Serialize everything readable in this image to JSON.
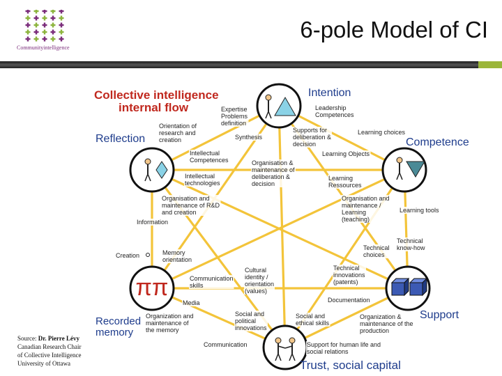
{
  "slide": {
    "title": "6-pole Model of CI",
    "logo_text": "Communityintelligence"
  },
  "colors": {
    "line": "#f3c43a",
    "heading_red": "#c0281e",
    "pole_blue": "#1e3c8c",
    "logo_purple": "#7a2c7a",
    "logo_green": "#8cb43c",
    "accent_green": "#9bb63a"
  },
  "diagram": {
    "heading_1": "Collective intelligence",
    "heading_2": "internal flow",
    "poles": [
      {
        "key": "intention",
        "label": "Intention",
        "icon": "person-triangle-icon"
      },
      {
        "key": "competence",
        "label": "Competence",
        "icon": "person-inverted-triangle-icon"
      },
      {
        "key": "support",
        "label": "Support",
        "icon": "cubes-icon"
      },
      {
        "key": "trust",
        "label": "Trust, social capital",
        "icon": "two-people-icon"
      },
      {
        "key": "recorded",
        "label": "Recorded memory",
        "label_1": "Recorded",
        "label_2": "memory",
        "icon": "pi-pi-icon"
      },
      {
        "key": "reflection",
        "label": "Reflection",
        "icon": "person-diamond-icon"
      }
    ],
    "pi_glyph": "ππ",
    "labels": {
      "expertise": [
        "Expertise",
        "Problems",
        "definition"
      ],
      "leadership": [
        "Leadership",
        "Competences"
      ],
      "orientation": [
        "Orientation of",
        "research and",
        "creation"
      ],
      "supports": [
        "Supports for",
        "deliberation &",
        "decision"
      ],
      "learning_choices": "Learning choices",
      "synthesis": "Synthesis",
      "intellectual_competences": [
        "Intellectual",
        "Competences"
      ],
      "learning_objects": "Learning Objects",
      "organisation_deliberation": [
        "Organisation &",
        "maintenance of",
        "deliberation &",
        "decision"
      ],
      "intellectual_technologies": [
        "Intellectual",
        "technologies"
      ],
      "learning_ressources": [
        "Learning",
        "Ressources"
      ],
      "organisation_rd": [
        "Organisation and",
        "maintenance of R&D",
        "and creation"
      ],
      "organisation_learning": [
        "Organisation and",
        "maintenance /",
        "Learning",
        "(teaching)"
      ],
      "learning_tools": "Learning tools",
      "information": "Information",
      "technical_knowhow": [
        "Technical",
        "know-how"
      ],
      "creation": "Creation",
      "memory_orientation": [
        "Memory",
        "orientation"
      ],
      "technical_choices": [
        "Technical",
        "choices"
      ],
      "cultural_identity": [
        "Cultural",
        "identity /",
        "orientation",
        "(values)"
      ],
      "technical_innovations": [
        "Technical",
        "innovations",
        "(patents)"
      ],
      "communication_skills": [
        "Communication",
        "skills"
      ],
      "documentation": "Documentation",
      "media": "Media",
      "organisation_memory": [
        "Organization and",
        "maintenance of",
        "the memory"
      ],
      "social_political": [
        "Social and",
        "political",
        "innovations"
      ],
      "social_ethical": [
        "Social and",
        "ethical skills"
      ],
      "organisation_production": [
        "Organization &",
        "maintenance of the",
        "production"
      ],
      "communication": "Communication",
      "support_human": [
        "Support for human life and",
        "social relations"
      ]
    }
  },
  "source": {
    "prefix": "Source: ",
    "author": "Dr. Pierre Lévy",
    "line_2": "Canadian Research Chair",
    "line_3": "of Collective Intelligence",
    "line_4": "University of Ottawa"
  }
}
